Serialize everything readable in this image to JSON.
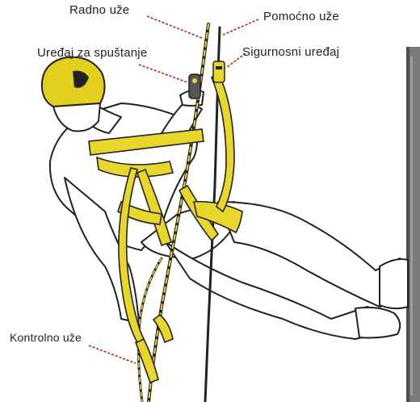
{
  "labels": {
    "working_rope": "Radno uže",
    "backup_rope": "Pomoćno uže",
    "descender": "Uređaj za spuštanje",
    "safety_device": "Sigurnosni uređaj",
    "control_rope": "Kontrolno uže"
  },
  "colors": {
    "harness": "#e8d62a",
    "helmet": "#e3d01e",
    "outline": "#222222",
    "pointer": "#b22222",
    "wall": "#6f6f6f"
  }
}
